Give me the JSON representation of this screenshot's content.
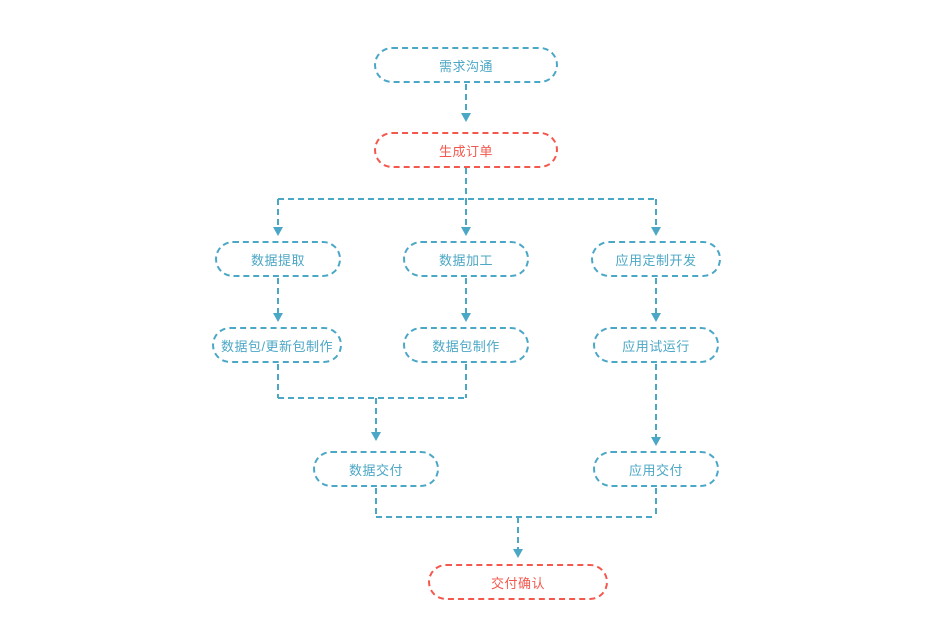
{
  "diagram": {
    "colors": {
      "primary": "#4BA7C6",
      "accent": "#F4584D",
      "background": "#FFFFFF"
    },
    "nodes": [
      {
        "id": "requirement-communication",
        "label": "需求沟通",
        "type": "normal"
      },
      {
        "id": "order-generation",
        "label": "生成订单",
        "type": "highlight"
      },
      {
        "id": "data-extraction",
        "label": "数据提取",
        "type": "normal"
      },
      {
        "id": "data-processing",
        "label": "数据加工",
        "type": "normal"
      },
      {
        "id": "app-custom-development",
        "label": "应用定制开发",
        "type": "normal"
      },
      {
        "id": "data-package-update-package-creation",
        "label": "数据包/更新包制作",
        "type": "normal"
      },
      {
        "id": "data-package-creation",
        "label": "数据包制作",
        "type": "normal"
      },
      {
        "id": "app-trial-run",
        "label": "应用试运行",
        "type": "normal"
      },
      {
        "id": "data-delivery",
        "label": "数据交付",
        "type": "normal"
      },
      {
        "id": "app-delivery",
        "label": "应用交付",
        "type": "normal"
      },
      {
        "id": "delivery-confirmation",
        "label": "交付确认",
        "type": "highlight"
      }
    ],
    "edges": [
      {
        "from": "requirement-communication",
        "to": "order-generation"
      },
      {
        "from": "order-generation",
        "to": "data-extraction"
      },
      {
        "from": "order-generation",
        "to": "data-processing"
      },
      {
        "from": "order-generation",
        "to": "app-custom-development"
      },
      {
        "from": "data-extraction",
        "to": "data-package-update-package-creation"
      },
      {
        "from": "data-processing",
        "to": "data-package-creation"
      },
      {
        "from": "app-custom-development",
        "to": "app-trial-run"
      },
      {
        "from": "data-package-update-package-creation",
        "to": "data-delivery"
      },
      {
        "from": "data-package-creation",
        "to": "data-delivery"
      },
      {
        "from": "app-trial-run",
        "to": "app-delivery"
      },
      {
        "from": "data-delivery",
        "to": "delivery-confirmation"
      },
      {
        "from": "app-delivery",
        "to": "delivery-confirmation"
      }
    ]
  }
}
